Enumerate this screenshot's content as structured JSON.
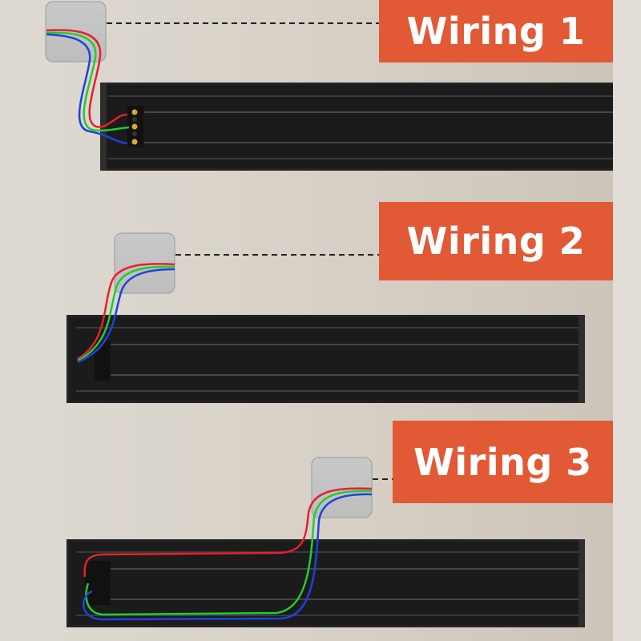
{
  "labels": [
    "Wiring 1",
    "Wiring 2",
    "Wiring 3"
  ],
  "colors": {
    "label_bg": "#e25a35",
    "wire_red": "#e8202a",
    "wire_green": "#22cc33",
    "wire_blue": "#2040e0",
    "profile": "#1f1f1f"
  }
}
